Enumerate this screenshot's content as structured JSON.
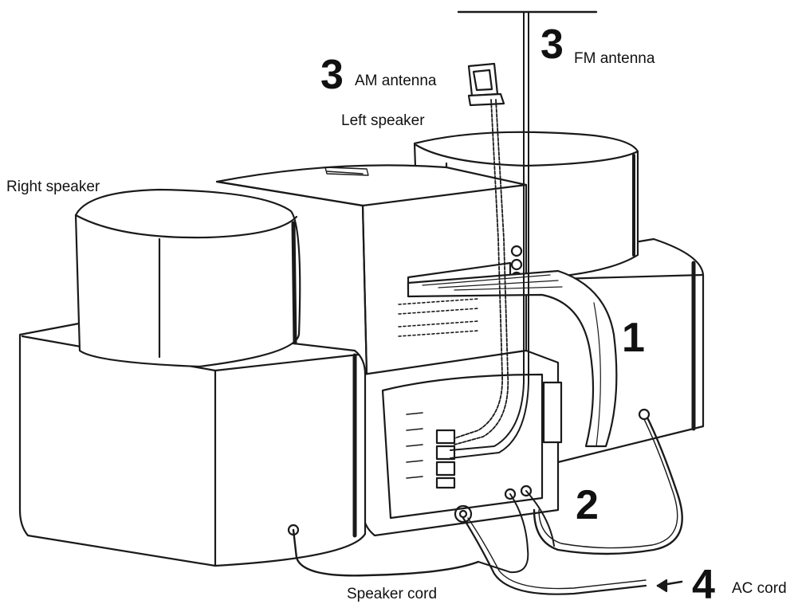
{
  "labels": {
    "right_speaker": "Right speaker",
    "left_speaker": "Left speaker",
    "am_antenna": "AM antenna",
    "fm_antenna": "FM antenna",
    "speaker_cord": "Speaker cord",
    "ac_cord": "AC cord"
  },
  "steps": {
    "step_1": "1",
    "step_2": "2",
    "step_3_am": "3",
    "step_3_fm": "3",
    "step_4": "4"
  },
  "colors": {
    "line": "#1a1a1a",
    "fill": "#ffffff",
    "shade": "#f2f2f2"
  }
}
